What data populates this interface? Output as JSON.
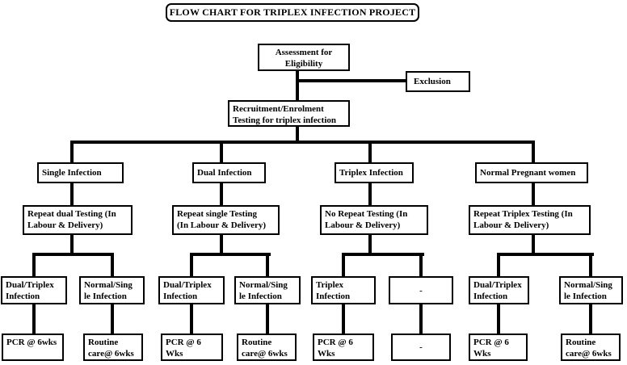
{
  "title": "FLOW CHART FOR TRIPLEX INFECTION PROJECT",
  "flow": {
    "assessment": "Assessment for\nEligibility",
    "exclusion": "Exclusion",
    "recruitment": "Recruitment/Enrolment\nTesting for triplex infection"
  },
  "branches": [
    {
      "header": "Single Infection",
      "repeat": "Repeat dual Testing (In\nLabour & Delivery)",
      "outcome_left": "Dual/Triplex\nInfection",
      "outcome_right": "Normal/Sing\nle Infection",
      "action_left": "PCR @ 6wks",
      "action_right": "Routine\ncare@ 6wks"
    },
    {
      "header": "Dual Infection",
      "repeat": "Repeat single Testing\n(In Labour & Delivery)",
      "outcome_left": "Dual/Triplex\nInfection",
      "outcome_right": "Normal/Sing\nle Infection",
      "action_left": "PCR @ 6\nWks",
      "action_right": "Routine\ncare@ 6wks"
    },
    {
      "header": "Triplex Infection",
      "repeat": "No Repeat Testing (In\nLabour & Delivery)",
      "outcome_left": "Triplex\nInfection",
      "outcome_right": "-",
      "action_left": "PCR @ 6\nWks",
      "action_right": "-"
    },
    {
      "header": "Normal Pregnant women",
      "repeat": "Repeat Triplex Testing (In\nLabour & Delivery)",
      "outcome_left": "Dual/Triplex\nInfection",
      "outcome_right": "Normal/Sing\nle Infection",
      "action_left": "PCR @ 6\nWks",
      "action_right": "Routine\ncare@ 6wks"
    }
  ]
}
